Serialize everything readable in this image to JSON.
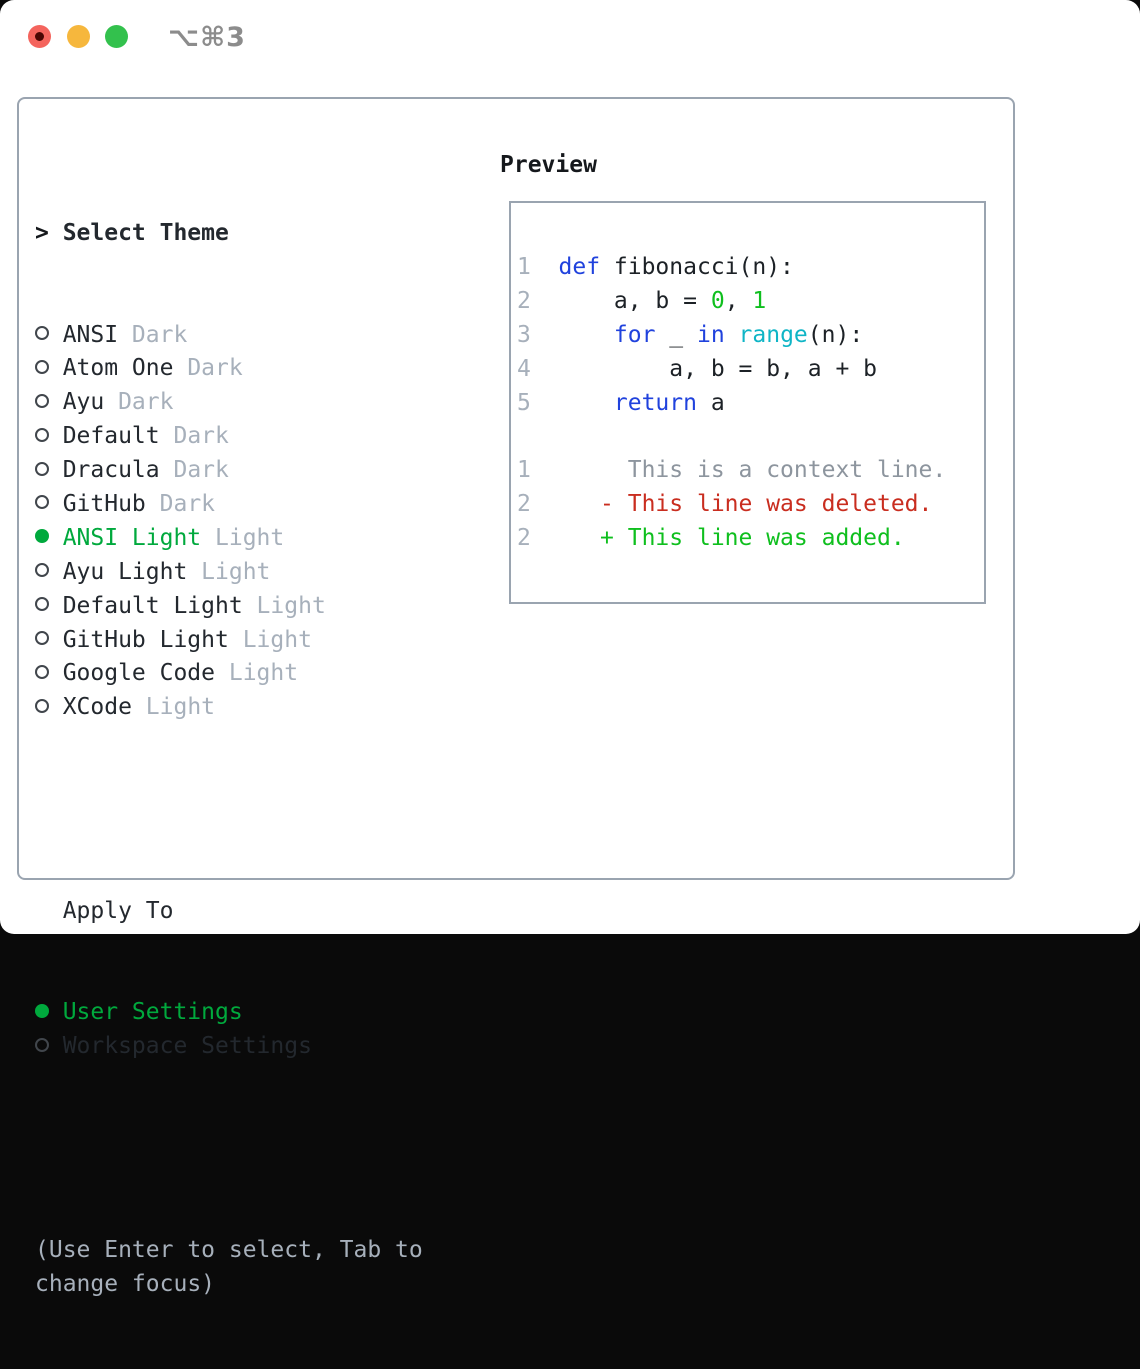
{
  "window": {
    "shortcut": "⌥⌘3"
  },
  "colors": {
    "accent_green": "#00a93d",
    "code_blue": "#2042dd",
    "code_cyan": "#0fb5c6",
    "code_green": "#0fbf1e",
    "diff_red": "#c92d1f",
    "muted_gray": "#a7b0bb",
    "border_gray": "#9aa4b0",
    "traffic_red": "#f4645d",
    "traffic_yellow": "#f6b73d",
    "traffic_green": "#33c14d"
  },
  "theme_panel": {
    "header": "Select Theme",
    "items": [
      {
        "name": "ANSI",
        "variant": "Dark",
        "selected": false
      },
      {
        "name": "Atom One",
        "variant": "Dark",
        "selected": false
      },
      {
        "name": "Ayu",
        "variant": "Dark",
        "selected": false
      },
      {
        "name": "Default",
        "variant": "Dark",
        "selected": false
      },
      {
        "name": "Dracula",
        "variant": "Dark",
        "selected": false
      },
      {
        "name": "GitHub",
        "variant": "Dark",
        "selected": false
      },
      {
        "name": "ANSI Light",
        "variant": "Light",
        "selected": true
      },
      {
        "name": "Ayu Light",
        "variant": "Light",
        "selected": false
      },
      {
        "name": "Default Light",
        "variant": "Light",
        "selected": false
      },
      {
        "name": "GitHub Light",
        "variant": "Light",
        "selected": false
      },
      {
        "name": "Google Code",
        "variant": "Light",
        "selected": false
      },
      {
        "name": "XCode",
        "variant": "Light",
        "selected": false
      }
    ],
    "apply_header": "Apply To",
    "apply_options": [
      {
        "label": "User Settings",
        "selected": true
      },
      {
        "label": "Workspace Settings",
        "selected": false
      }
    ],
    "help_lines": [
      "(Use Enter to select, Tab to",
      "change focus)"
    ]
  },
  "preview": {
    "title": "Preview",
    "lines": [
      {
        "no": "1",
        "segs": [
          {
            "t": "def",
            "c": "blue"
          },
          {
            "t": " fibonacci(n):",
            "c": "fg"
          }
        ]
      },
      {
        "no": "2",
        "segs": [
          {
            "t": "    a, b = ",
            "c": "fg"
          },
          {
            "t": "0",
            "c": "green"
          },
          {
            "t": ", ",
            "c": "fg"
          },
          {
            "t": "1",
            "c": "green"
          }
        ]
      },
      {
        "no": "3",
        "segs": [
          {
            "t": "    ",
            "c": "fg"
          },
          {
            "t": "for",
            "c": "blue"
          },
          {
            "t": " _ ",
            "c": "fg"
          },
          {
            "t": "in",
            "c": "blue"
          },
          {
            "t": " ",
            "c": "fg"
          },
          {
            "t": "range",
            "c": "cyan"
          },
          {
            "t": "(n):",
            "c": "fg"
          }
        ]
      },
      {
        "no": "4",
        "segs": [
          {
            "t": "        a, b = b, a + b",
            "c": "fg"
          }
        ]
      },
      {
        "no": "5",
        "segs": [
          {
            "t": "    ",
            "c": "fg"
          },
          {
            "t": "return",
            "c": "blue"
          },
          {
            "t": " a",
            "c": "fg"
          }
        ]
      },
      {
        "no": "",
        "segs": []
      },
      {
        "no": "1",
        "segs": [
          {
            "t": "     This is a context line.",
            "c": "gray"
          }
        ]
      },
      {
        "no": "2",
        "segs": [
          {
            "t": "   - This line was deleted.",
            "c": "red"
          }
        ]
      },
      {
        "no": "2",
        "segs": [
          {
            "t": "   + This line was added.",
            "c": "green"
          }
        ]
      }
    ]
  }
}
